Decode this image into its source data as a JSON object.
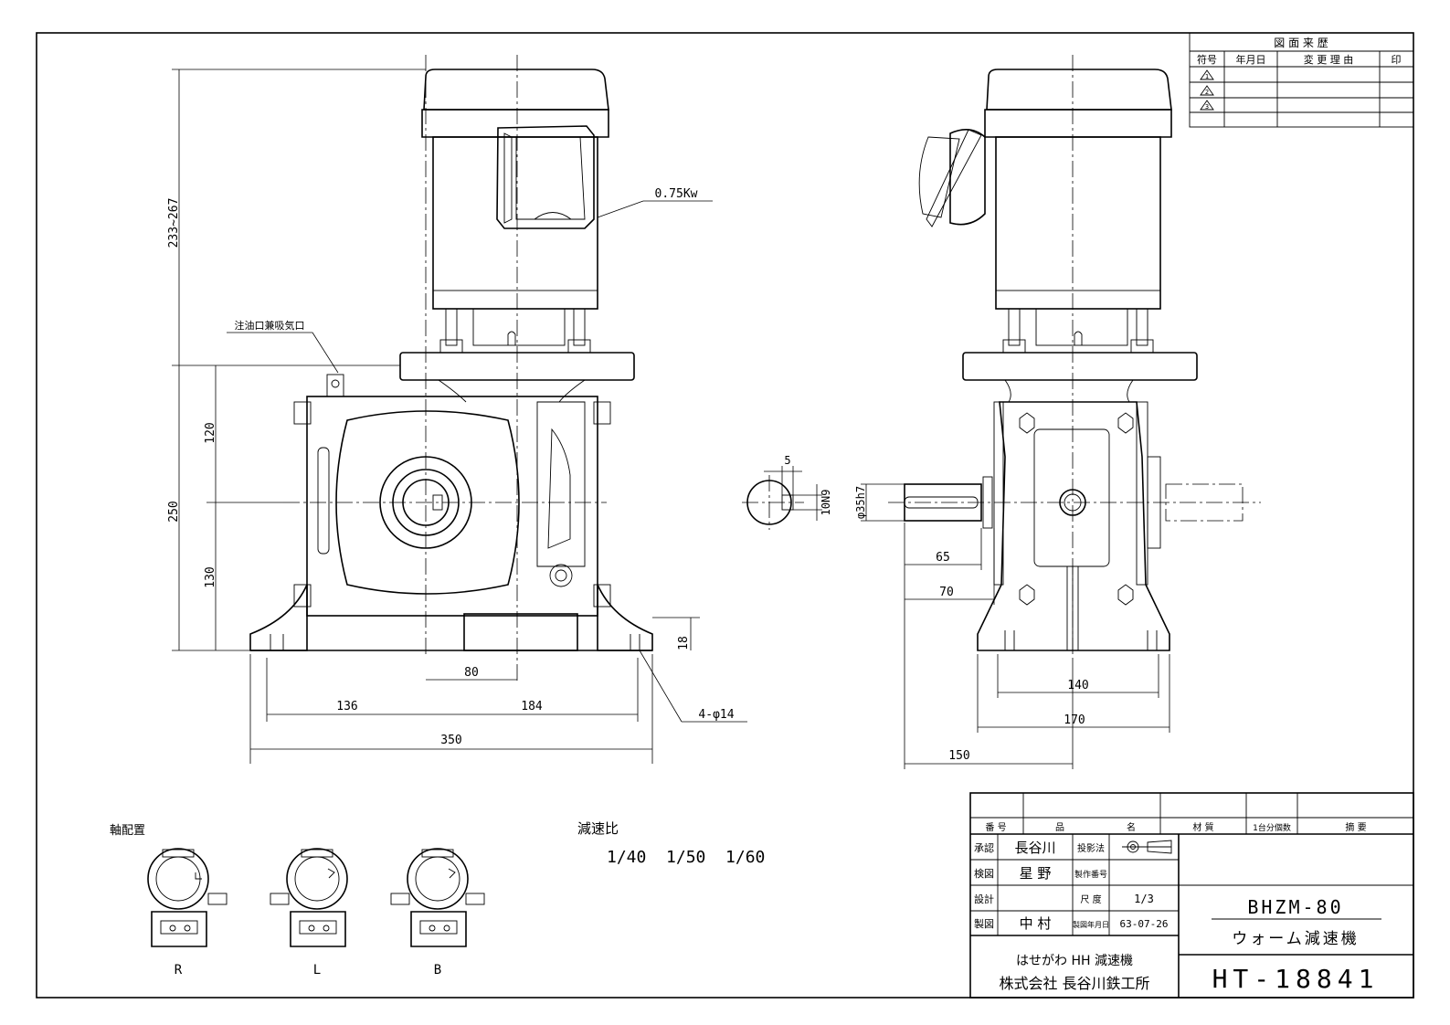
{
  "revision_table": {
    "title": "図 面 来 歴",
    "headers": [
      "符号",
      "年月日",
      "変 更 理 由",
      "印"
    ],
    "symbols": [
      "1",
      "2",
      "3"
    ]
  },
  "annotations": {
    "motor_power": "0.75Kw",
    "oil_inlet": "注油口兼吸気口",
    "height_range": "233~267",
    "dim_250": "250",
    "dim_120": "120",
    "dim_130": "130",
    "dim_18": "18",
    "dim_80": "80",
    "dim_136": "136",
    "dim_184": "184",
    "dim_350": "350",
    "holes": "4-φ14",
    "shaft_dia": "φ35h7",
    "key_5": "5",
    "key_10n9": "10N9",
    "dim_65": "65",
    "dim_70": "70",
    "dim_140": "140",
    "dim_170": "170",
    "dim_150": "150"
  },
  "shaft_layout": {
    "title": "軸配置",
    "labels": [
      "R",
      "L",
      "B"
    ]
  },
  "ratio": {
    "title": "減速比",
    "values": "1/40  1/50  1/60"
  },
  "title_block": {
    "col_number": "番 号",
    "col_name_a": "品",
    "col_name_b": "名",
    "col_material": "材 質",
    "col_qty": "1台分個数",
    "col_remarks": "摘 要",
    "approve_label": "承認",
    "approve_name": "長谷川",
    "check_label": "検図",
    "check_name": "星 野",
    "design_label": "設計",
    "draw_label": "製図",
    "draw_name": "中 村",
    "projection_label": "投影法",
    "prodno_label": "製作番号",
    "scale_label": "尺 度",
    "scale_value": "1/3",
    "date_label": "製図年月日",
    "date_value": "63-07-26",
    "model": "BHZM-80",
    "product_name": "ウォーム減速機",
    "company_line1": "はせがわ HH 減速機",
    "company_line2": "株式会社 長谷川鉄工所",
    "drawing_number": "HT-18841"
  }
}
